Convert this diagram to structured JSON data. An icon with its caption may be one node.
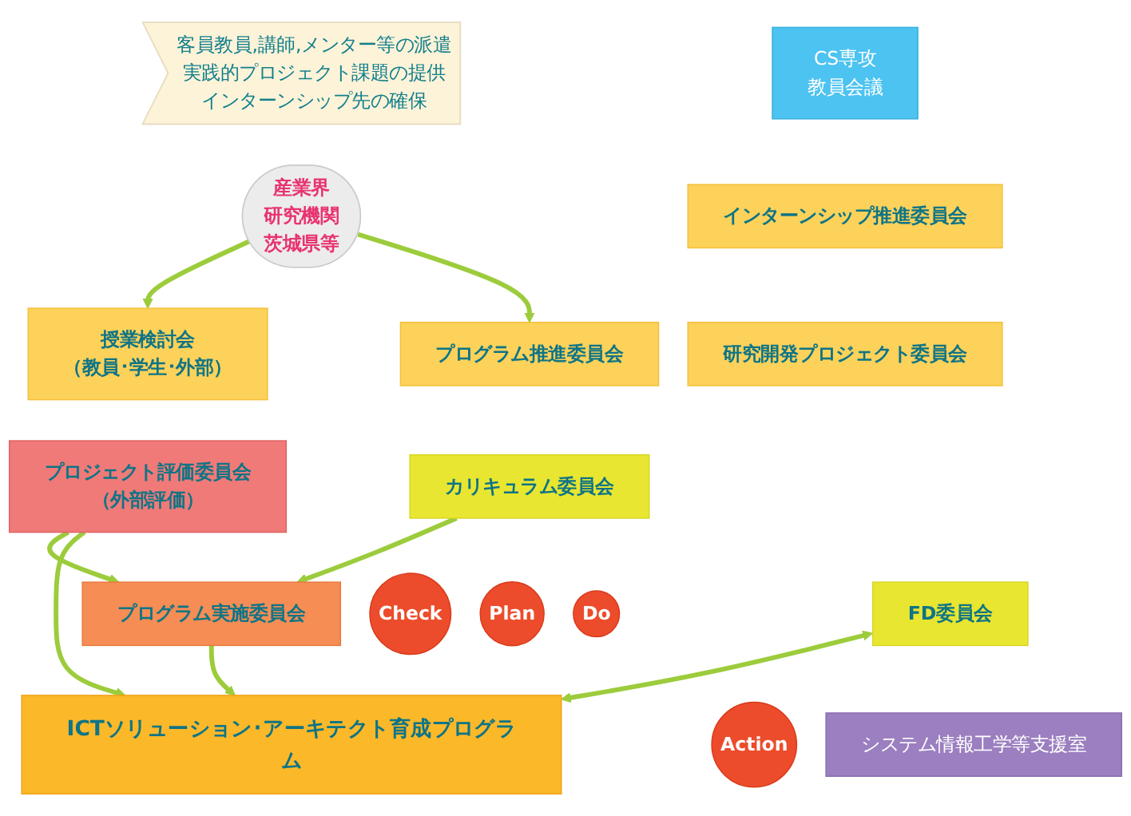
{
  "diagram": {
    "nodes": [
      {
        "text": [
          "客員教員,講師,メンター等の派遣",
          "実践的プロジェクト課題の提供",
          "インターンシップ先の確保"
        ]
      },
      {
        "text": [
          "産業界",
          "研究機関",
          "茨城県等"
        ]
      },
      {
        "text": [
          "授業検討会",
          "（教員･学生･外部）"
        ]
      },
      {
        "text": [
          "CS専攻",
          "教員会議"
        ]
      },
      {
        "text": [
          "インターンシップ推進委員会"
        ]
      },
      {
        "text": [
          "研究開発プロジェクト委員会"
        ]
      },
      {
        "text": [
          "プログラム推進委員会"
        ]
      },
      {
        "text": [
          "プロジェクト評価委員会",
          "（外部評価）"
        ]
      },
      {
        "text": [
          "プログラム実施委員会"
        ]
      },
      {
        "text": [
          "カリキュラム委員会"
        ]
      },
      {
        "text": [
          "FD委員会"
        ]
      },
      {
        "text": [
          "ICTソリューション･アーキテクト育成プログラム"
        ]
      },
      {
        "text": [
          "システム情報工学等支援室"
        ]
      },
      {
        "text": [
          "Plan"
        ]
      },
      {
        "text": [
          "Do"
        ]
      },
      {
        "text": [
          "Check"
        ]
      },
      {
        "text": [
          "Action"
        ]
      }
    ],
    "edges": [
      {
        "from": 1,
        "to": 2,
        "arrow": "to"
      },
      {
        "from": 1,
        "to": 6,
        "arrow": "to"
      },
      {
        "from": 7,
        "to": 8,
        "arrow": "to"
      },
      {
        "from": 7,
        "to": 11,
        "arrow": "to"
      },
      {
        "from": 8,
        "to": 11,
        "arrow": "to"
      },
      {
        "from": 9,
        "to": 8,
        "arrow": "to"
      },
      {
        "from": 10,
        "to": 11,
        "arrow": "both"
      }
    ]
  }
}
